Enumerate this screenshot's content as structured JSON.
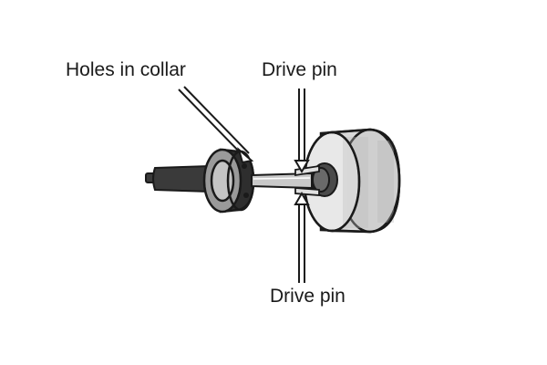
{
  "labels": {
    "holes_in_collar": "Holes in collar",
    "drive_pin_top": "Drive pin",
    "drive_pin_bottom": "Drive pin"
  },
  "colors": {
    "outline": "#1a1a1a",
    "shank_dark": "#3a3a3a",
    "collar_grey": "#bdbdbd",
    "rod_grey": "#c9c9c9",
    "cutter_light": "#e6e6e6",
    "cutter_shade": "#cfcfcf",
    "arrow_fill": "#ffffff"
  }
}
